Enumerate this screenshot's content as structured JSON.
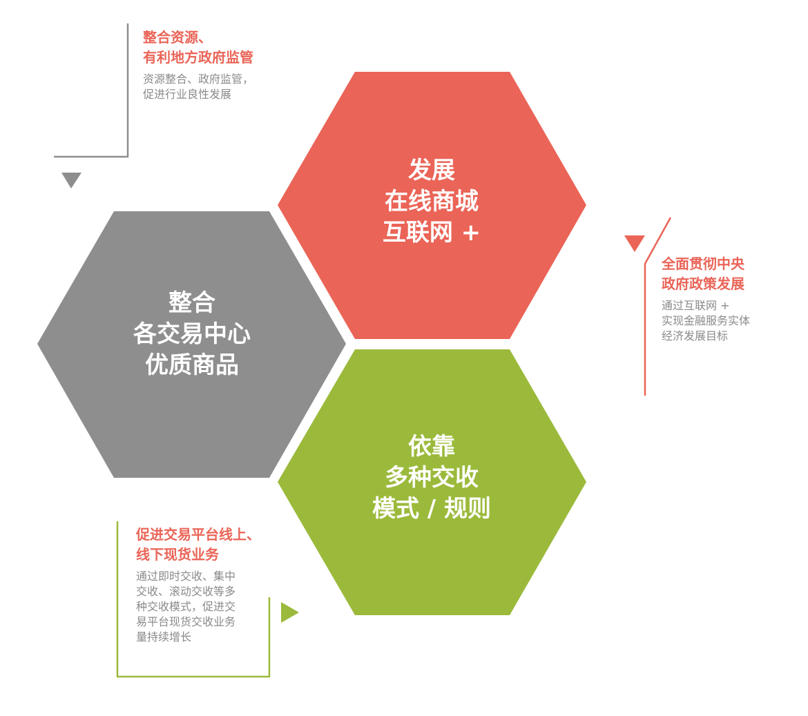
{
  "colors": {
    "red": "#ea6457",
    "gray": "#8e8e8e",
    "green": "#9bba3b",
    "note_body": "#8a8a8a"
  },
  "hexagons": [
    {
      "id": "gray",
      "lines": [
        "整合",
        "各交易中心",
        "优质商品"
      ]
    },
    {
      "id": "red",
      "lines": [
        "发展",
        "在线商城",
        "互联网 +"
      ]
    },
    {
      "id": "green",
      "lines": [
        "依靠",
        "多种交收",
        "模式 / 规则"
      ]
    }
  ],
  "notes": {
    "top_left": {
      "title": [
        "整合资源、",
        "有利地方政府监管"
      ],
      "body": [
        "资源整合、政府监管，",
        "促进行业良性发展"
      ]
    },
    "right": {
      "title": [
        "全面贯彻中央",
        "政府政策发展"
      ],
      "body": [
        "通过互联网 +",
        "实现金融服务实体",
        "经济发展目标"
      ]
    },
    "bottom_left": {
      "title": [
        "促进交易平台线上、",
        "线下现货业务"
      ],
      "body": [
        "通过即时交收、集中",
        "交收、滚动交收等多",
        "种交收模式，促进交",
        "易平台现货交收业务",
        "量持续增长"
      ]
    }
  }
}
